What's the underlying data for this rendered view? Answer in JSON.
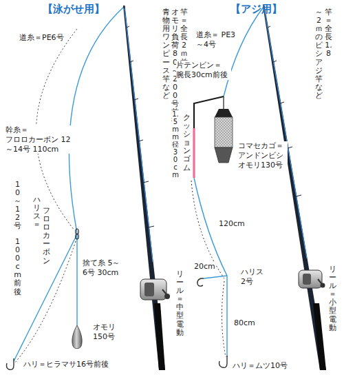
{
  "diagram": {
    "labels": [
      "【泳がせ用】",
      "【アジ用】",
      "道糸＝PE6号",
      "竿＝全長2ｍ前後",
      "オモリ負荷80～200号前後",
      "青物用ワンピース竿など",
      "幹糸＝ フロロカーボン 12～14号 110cm",
      "10～12号",
      "ハリス＝",
      "フロロカーボン",
      "100cm前後",
      "捨て糸 5～6号 30cm",
      "オモリ 150号",
      "ハリ＝ヒラマサ16号前後",
      "リール＝中型電動",
      "道糸＝ PE3～4号",
      "片テンビン＝ 腕長30cm前後",
      "1.5mm径30cm",
      "クッションゴム",
      "コマセカゴ＝ アンドンビシ オモリ130号",
      "竿＝全長1.8",
      "～2ｍのビシアジ竿など",
      "120cm",
      "20cm",
      "ハリス 2号",
      "80cm",
      "ハリ＝ムツ10号",
      "リール＝小型電動"
    ]
  }
}
